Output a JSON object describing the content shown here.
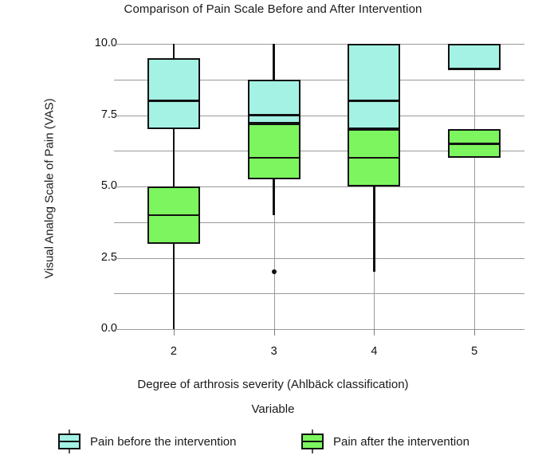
{
  "chart_data": {
    "type": "box",
    "title": "Comparison of Pain Scale Before and After Intervention",
    "xlabel": "Degree of arthrosis severity (Ahlbäck classification)",
    "ylabel": "Visual Analog Scale of Pain (VAS)",
    "legend_title": "Variable",
    "legend_position": "bottom",
    "grid": true,
    "ylim": [
      0.0,
      10.0
    ],
    "yticks": [
      0.0,
      2.5,
      5.0,
      7.5,
      10.0
    ],
    "ytick_labels": [
      "0.0",
      "2.5",
      "5.0",
      "7.5",
      "10.0"
    ],
    "yminor_ticks": [
      1.25,
      3.75,
      6.25,
      8.75
    ],
    "categories": [
      "2",
      "3",
      "4",
      "5"
    ],
    "xlabel_ticks": [
      "2",
      "3",
      "4",
      "5"
    ],
    "series": [
      {
        "name": "Pain before the intervention",
        "color": "#A3F2E4",
        "boxes": [
          {
            "category": "2",
            "whisker_low": 0.0,
            "q1": 7.0,
            "median": 8.0,
            "q3": 9.5,
            "whisker_high": 10.0,
            "outliers": []
          },
          {
            "category": "3",
            "whisker_low": 5.25,
            "q1": 7.2,
            "median": 7.5,
            "q3": 8.75,
            "whisker_high": 10.0,
            "outliers": []
          },
          {
            "category": "4",
            "quiet": true,
            "whisker_low": 7.0,
            "q1": 7.0,
            "median": 8.0,
            "q3": 10.0,
            "whisker_high": 10.0,
            "outliers": []
          },
          {
            "category": "5",
            "whisker_low": 9.1,
            "q1": 9.1,
            "median": 9.1,
            "q3": 10.0,
            "whisker_high": 10.0,
            "outliers": []
          }
        ]
      },
      {
        "name": "Pain after the intervention",
        "color": "#7CF55E",
        "boxes": [
          {
            "category": "2",
            "whisker_low": 0.0,
            "q1": 3.0,
            "median": 4.0,
            "q3": 5.0,
            "whisker_high": 7.0,
            "outliers": []
          },
          {
            "category": "3",
            "whisker_low": 4.0,
            "q1": 5.25,
            "median": 6.0,
            "q3": 7.2,
            "whisker_high": 7.2,
            "outliers": [
              2.0
            ]
          },
          {
            "category": "4",
            "whisker_low": 2.0,
            "q1": 5.0,
            "median": 6.0,
            "q3": 7.0,
            "whisker_high": 7.0,
            "outliers": []
          },
          {
            "category": "5",
            "whisker_low": 6.0,
            "q1": 6.0,
            "median": 6.5,
            "q3": 7.0,
            "whisker_high": 7.0,
            "outliers": []
          }
        ]
      }
    ]
  }
}
